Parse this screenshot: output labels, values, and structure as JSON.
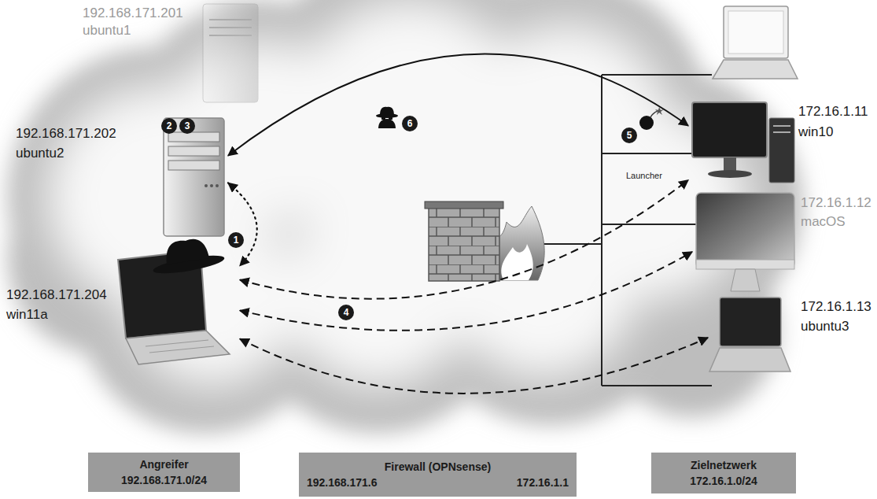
{
  "diagram": {
    "nodes": [
      {
        "text": [
          "192.168.171.201",
          "ubuntu1"
        ]
      },
      {
        "text": [
          "192.168.171.202",
          "ubuntu2"
        ]
      },
      {
        "text": [
          "172.16.1.11",
          "win10"
        ]
      },
      {
        "text": [
          "172.16.1.12",
          "macOS"
        ]
      },
      {
        "text": [
          "192.168.171.204",
          "win11a"
        ]
      },
      {
        "text": [
          "172.16.1.13",
          "ubuntu3"
        ]
      },
      {
        "text": [
          "Angreifer",
          "192.168.171.0/24"
        ]
      },
      {
        "text": [
          "Firewall (OPNsense)",
          "192.168.171.6",
          "172.16.1.1"
        ]
      },
      {
        "text": [
          "Zielnetzwerk",
          "172.16.1.0/24"
        ]
      }
    ],
    "edges": [
      {
        "from": 1,
        "to": 4,
        "arrow": "both"
      },
      {
        "from": 1,
        "to": 2,
        "arrow": "both"
      },
      {
        "from": 4,
        "to": 2,
        "arrow": "both"
      },
      {
        "from": 4,
        "to": 3,
        "arrow": "both"
      },
      {
        "from": 4,
        "to": 5,
        "arrow": "both"
      }
    ],
    "labels": [
      "1",
      "2",
      "3",
      "4",
      "5",
      "6",
      "Launcher"
    ]
  }
}
